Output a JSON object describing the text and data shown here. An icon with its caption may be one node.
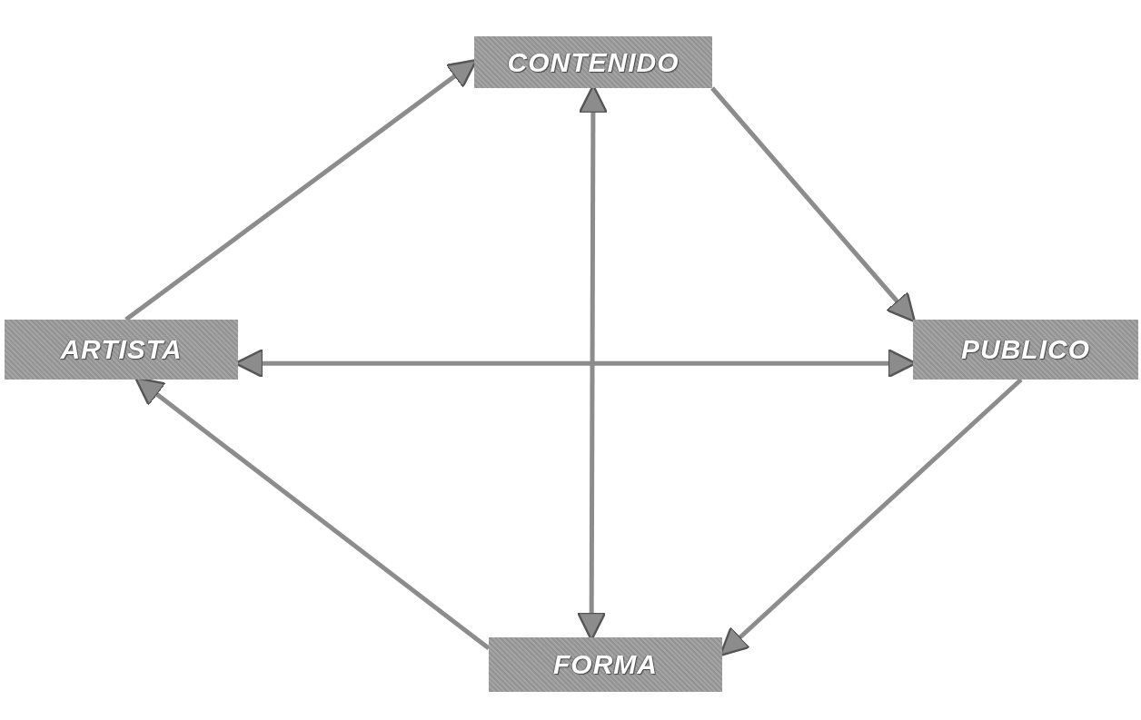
{
  "diagram": {
    "nodes": [
      {
        "text": [
          "CONTENIDO"
        ]
      },
      {
        "text": [
          "ARTISTA"
        ]
      },
      {
        "text": [
          "PUBLICO"
        ]
      },
      {
        "text": [
          "FORMA"
        ]
      }
    ],
    "edges": [
      {
        "from": 1,
        "to": 0,
        "arrow": "to"
      },
      {
        "from": 0,
        "to": 2,
        "arrow": "to"
      },
      {
        "from": 2,
        "to": 3,
        "arrow": "to"
      },
      {
        "from": 3,
        "to": 1,
        "arrow": "to"
      },
      {
        "from": 0,
        "to": 3,
        "arrow": "both"
      },
      {
        "from": 1,
        "to": 2,
        "arrow": "both"
      }
    ]
  }
}
